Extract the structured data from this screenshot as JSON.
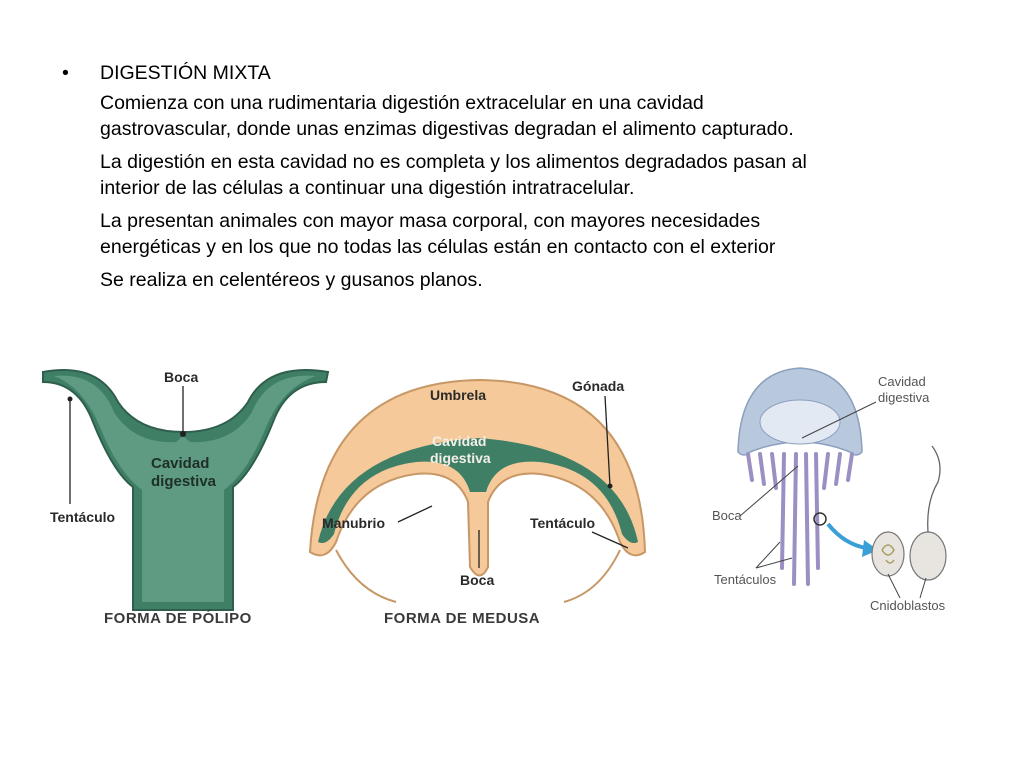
{
  "slide": {
    "bullet_symbol": "•",
    "heading": "DIGESTIÓN MIXTA",
    "paragraphs": [
      {
        "lines": [
          "Comienza con una rudimentaria digestión extracelular en una cavidad",
          "gastrovascular, donde unas enzimas digestivas  degradan el alimento capturado."
        ]
      },
      {
        "lines": [
          "La digestión en esta cavidad no es completa y los alimentos degradados pasan al",
          "interior de las células a continuar una digestión intratracelular."
        ]
      },
      {
        "lines": [
          "La presentan animales con mayor masa corporal, con mayores necesidades",
          "energéticas y en los que no todas las células están en contacto con el exterior"
        ]
      },
      {
        "lines": [
          "Se realiza en celentéreos y gusanos planos."
        ]
      }
    ]
  },
  "polyp": {
    "label_boca": "Boca",
    "label_cavidad_1": "Cavidad",
    "label_cavidad_2": "digestiva",
    "label_tentaculo": "Tentáculo",
    "caption": "FORMA DE PÓLIPO",
    "color_wall": "#3f7f66",
    "color_inner": "#5e9b82"
  },
  "medusa": {
    "label_umbrela": "Umbrela",
    "label_gonada": "Gónada",
    "label_cavidad_1": "Cavidad",
    "label_cavidad_2": "digestiva",
    "label_manubrio": "Manubrio",
    "label_tentaculo": "Tentáculo",
    "label_boca": "Boca",
    "caption": "FORMA DE MEDUSA",
    "color_body": "#f5c99a",
    "color_cavity": "#3f7f66"
  },
  "jelly": {
    "label_cavidad_1": "Cavidad",
    "label_cavidad_2": "digestiva",
    "label_boca": "Boca",
    "label_tentaculos": "Tentáculos",
    "label_cnidoblastos": "Cnidoblastos",
    "color_bell": "#b8c8dd",
    "color_tentacle": "#9c8fc4",
    "color_arrow": "#3a9fd6"
  }
}
